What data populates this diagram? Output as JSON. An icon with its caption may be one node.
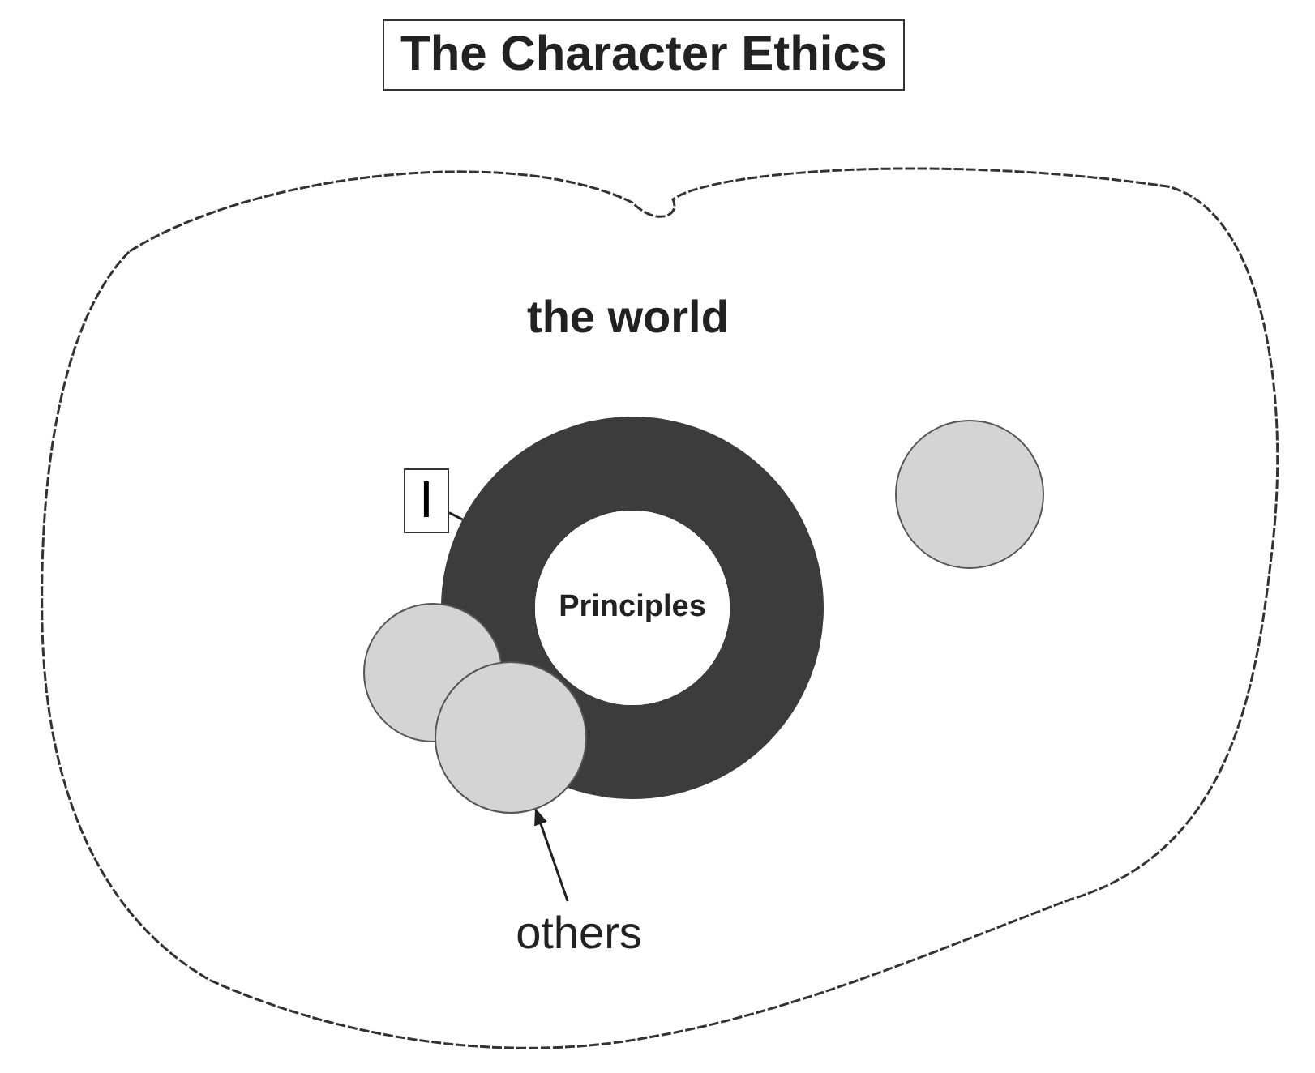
{
  "diagram": {
    "title": "The Character Ethics",
    "nodes": [
      {
        "text": [
          "the world"
        ]
      },
      {
        "text": [],
        "shape": "circle",
        "in": 0
      },
      {
        "text": [
          "Principles"
        ],
        "in": 1
      },
      {
        "text": [
          "I"
        ],
        "in": 0
      },
      {
        "text": [],
        "shape": "circle",
        "in": 0
      },
      {
        "text": [],
        "shape": "circle",
        "in": 0
      },
      {
        "text": [],
        "shape": "circle",
        "in": 0
      },
      {
        "text": [
          "others"
        ],
        "in": 0
      }
    ],
    "edges": [
      {
        "from": 3,
        "to": 1,
        "arrow": "none"
      },
      {
        "from": 7,
        "to": 5,
        "arrow": "to"
      }
    ]
  }
}
